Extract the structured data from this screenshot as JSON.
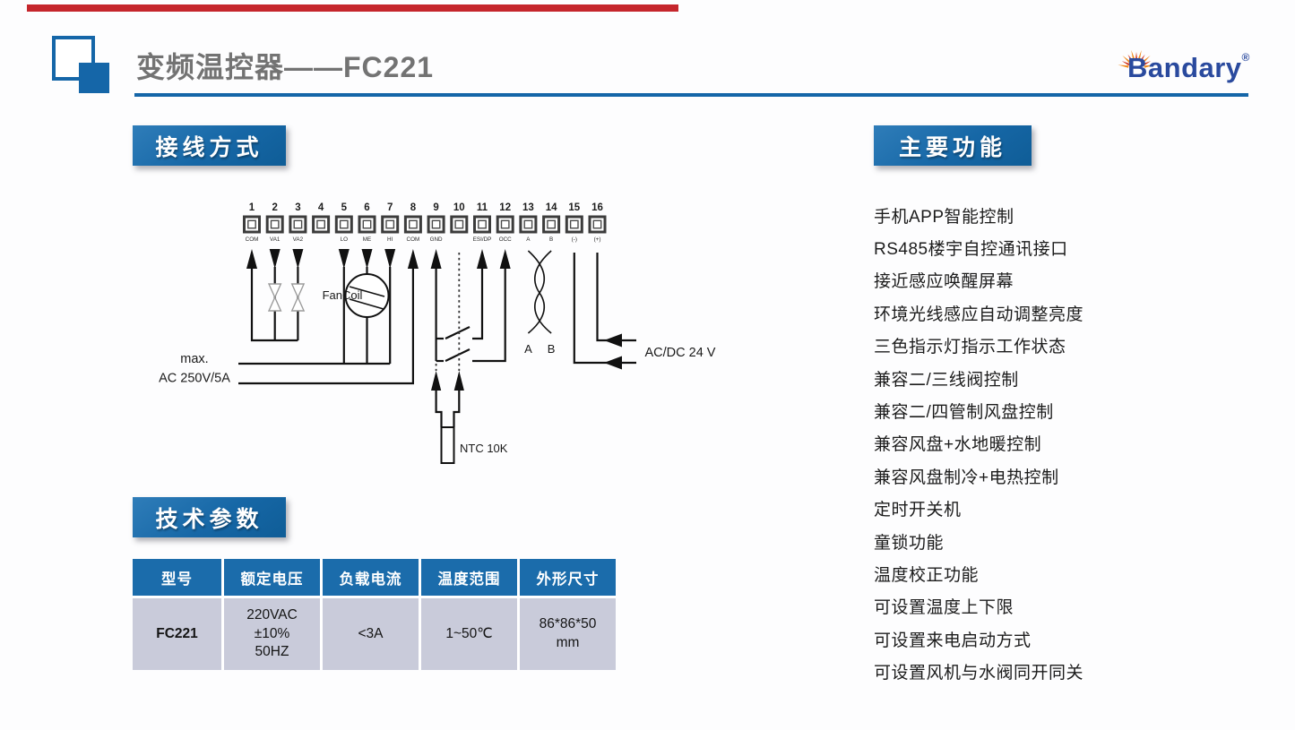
{
  "colors": {
    "accent_blue": "#1566a8",
    "section_header_blue": "#1b6cab",
    "table_row_bg": "#c9cbda",
    "top_bar_red": "#c5262c",
    "logo_blue": "#2a4a9e",
    "logo_orange": "#ef8a1c",
    "logo_red": "#d03a26",
    "title_gray": "#737373"
  },
  "header": {
    "title": "变频温控器——FC221",
    "logo_brand": "Bandary",
    "logo_registered": "®"
  },
  "wiring": {
    "section_title": "接线方式",
    "terminals": [
      {
        "num": "1",
        "label": "COM"
      },
      {
        "num": "2",
        "label": "VA1"
      },
      {
        "num": "3",
        "label": "VA2"
      },
      {
        "num": "4",
        "label": ""
      },
      {
        "num": "5",
        "label": "LO"
      },
      {
        "num": "6",
        "label": "ME"
      },
      {
        "num": "7",
        "label": "HI"
      },
      {
        "num": "8",
        "label": "COM"
      },
      {
        "num": "9",
        "label": "GND"
      },
      {
        "num": "10",
        "label": ""
      },
      {
        "num": "11",
        "label": "ESI/DP"
      },
      {
        "num": "12",
        "label": "OCC"
      },
      {
        "num": "13",
        "label": "A"
      },
      {
        "num": "14",
        "label": "B"
      },
      {
        "num": "15",
        "label": "(-)"
      },
      {
        "num": "16",
        "label": "(+)"
      }
    ],
    "labels": {
      "fancoil": "FanCoil",
      "max_line1": "max.",
      "max_line2": "AC 250V/5A",
      "ntc": "NTC 10K",
      "bus_a": "A",
      "bus_b": "B",
      "power": "AC/DC 24 V"
    }
  },
  "specs": {
    "section_title": "技术参数",
    "table": {
      "headers": [
        "型号",
        "额定电压",
        "负载电流",
        "温度范围",
        "外形尺寸"
      ],
      "cells": [
        "FC221",
        "220VAC\n±10%\n50HZ",
        "<3A",
        "1~50℃",
        "86*86*50\nmm"
      ]
    }
  },
  "features": {
    "section_title": "主要功能",
    "items": [
      "手机APP智能控制",
      "RS485楼宇自控通讯接口",
      "接近感应唤醒屏幕",
      "环境光线感应自动调整亮度",
      "三色指示灯指示工作状态",
      "兼容二/三线阀控制",
      "兼容二/四管制风盘控制",
      "兼容风盘+水地暖控制",
      "兼容风盘制冷+电热控制",
      "定时开关机",
      "童锁功能",
      "温度校正功能",
      "可设置温度上下限",
      "可设置来电启动方式",
      "可设置风机与水阀同开同关"
    ]
  }
}
